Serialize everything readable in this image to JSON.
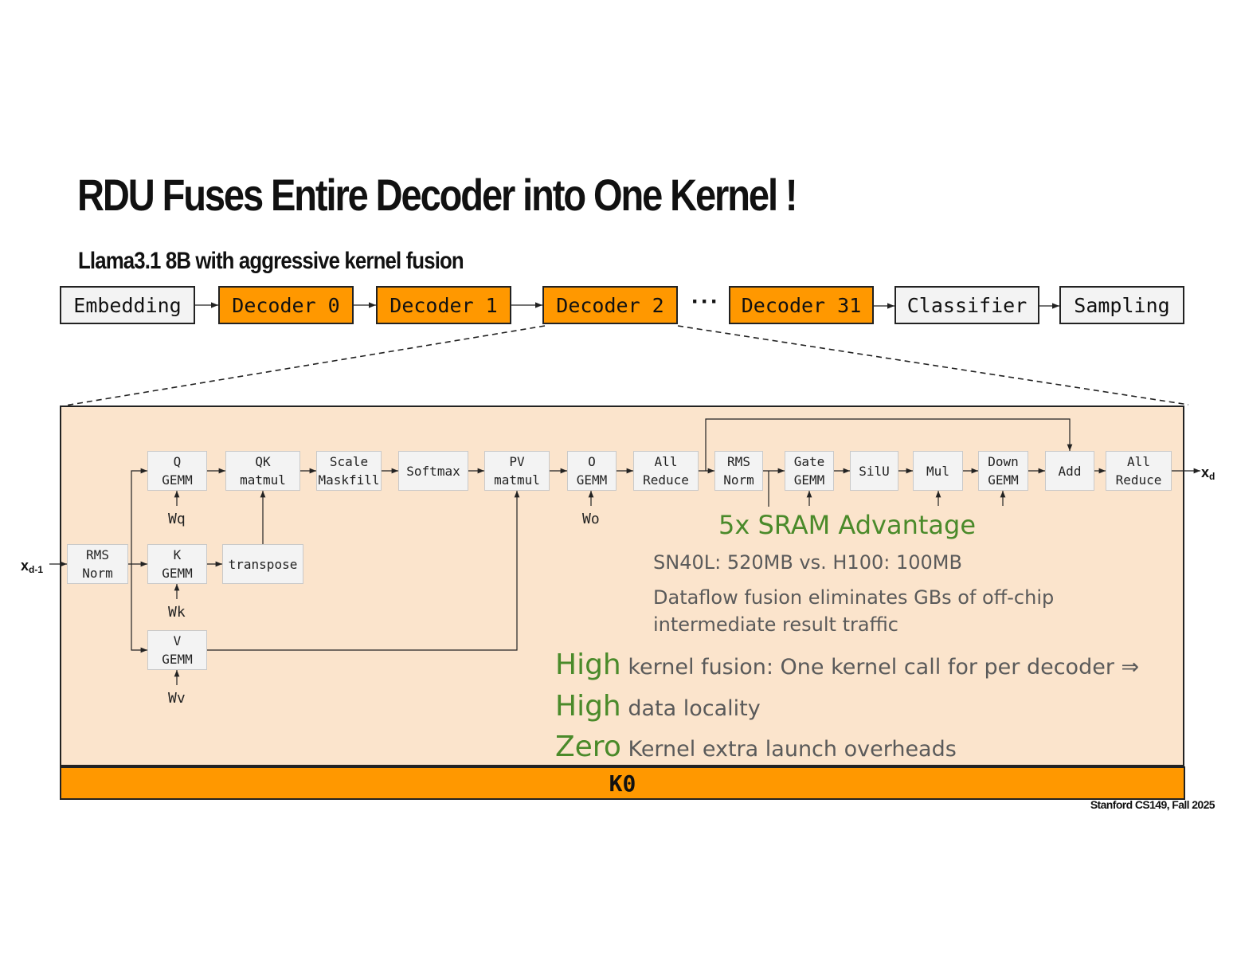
{
  "title": "RDU Fuses Entire Decoder into One Kernel !",
  "subtitle": "Llama3.1 8B with aggressive kernel fusion",
  "pipeline": {
    "stages": [
      {
        "label": "Embedding",
        "highlight": false
      },
      {
        "label": "Decoder 0",
        "highlight": true
      },
      {
        "label": "Decoder 1",
        "highlight": true
      },
      {
        "label": "Decoder 2",
        "highlight": true
      },
      {
        "label": "Decoder 31",
        "highlight": true
      },
      {
        "label": "Classifier",
        "highlight": false
      },
      {
        "label": "Sampling",
        "highlight": false
      }
    ],
    "ellipsis": "···",
    "highlight_color": "#ff9800"
  },
  "decoder": {
    "input": {
      "base": "x",
      "sub": "d-1"
    },
    "output": {
      "base": "x",
      "sub": "d"
    },
    "nodes": {
      "rms_norm_in": [
        "RMS",
        "Norm"
      ],
      "q_gemm": [
        "Q",
        "GEMM"
      ],
      "k_gemm": [
        "K",
        "GEMM"
      ],
      "v_gemm": [
        "V",
        "GEMM"
      ],
      "transpose": [
        "transpose"
      ],
      "qk_matmul": [
        "QK",
        "matmul"
      ],
      "scale_maskfill": [
        "Scale",
        "Maskfill"
      ],
      "softmax": [
        "Softmax"
      ],
      "pv_matmul": [
        "PV",
        "matmul"
      ],
      "o_gemm": [
        "O",
        "GEMM"
      ],
      "all_reduce_1": [
        "All",
        "Reduce"
      ],
      "rms_norm_2": [
        "RMS",
        "Norm"
      ],
      "gate_gemm": [
        "Gate",
        "GEMM"
      ],
      "silu": [
        "SilU"
      ],
      "mul": [
        "Mul"
      ],
      "down_gemm": [
        "Down",
        "GEMM"
      ],
      "add": [
        "Add"
      ],
      "all_reduce_2": [
        "All",
        "Reduce"
      ]
    },
    "weights": {
      "wq": "Wq",
      "wk": "Wk",
      "wv": "Wv",
      "wo": "Wo"
    },
    "panel_color": "#fbe4cc"
  },
  "notes": {
    "sram_heading": "5x SRAM Advantage",
    "sram_detail": "SN40L: 520MB vs. H100: 100MB",
    "fusion_line1": "Dataflow fusion eliminates GBs of off-chip",
    "fusion_line2": "intermediate result traffic",
    "highlights": [
      {
        "emphasis": "High",
        "text": "kernel fusion: One kernel call for per decoder ⇒"
      },
      {
        "emphasis": "High",
        "text": "data locality"
      },
      {
        "emphasis": "Zero",
        "text": "Kernel extra launch overheads"
      }
    ],
    "accent_color": "#4a8a2a"
  },
  "kernel_bar": "K0",
  "footer": "Stanford CS149, Fall 2025"
}
